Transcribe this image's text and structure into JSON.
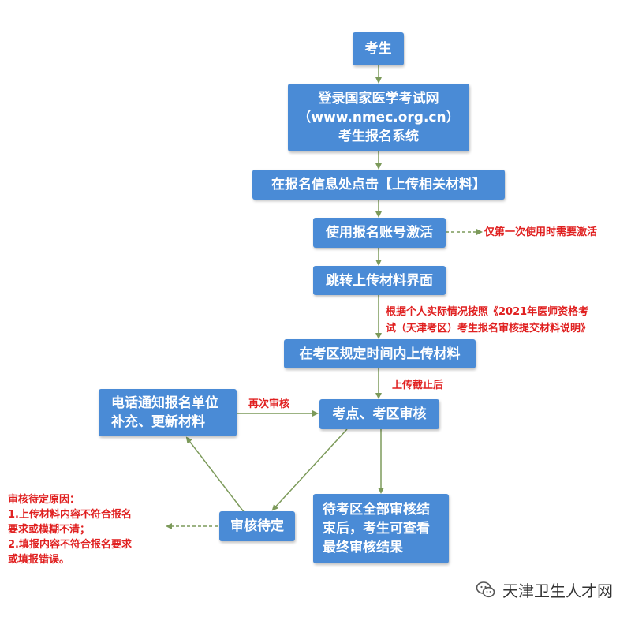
{
  "colors": {
    "box_fill": "#4a8bd6",
    "box_text": "#ffffff",
    "connector": "#7c9a5a",
    "note_text": "#e02020"
  },
  "nodes": {
    "candidate": "考生",
    "login": [
      "登录国家医学考试网",
      "（www.nmec.org.cn）",
      "考生报名系统"
    ],
    "click_upload": "在报名信息处点击【上传相关材料】",
    "activate": "使用报名账号激活",
    "jump": "跳转上传材料界面",
    "upload": "在考区规定时间内上传材料",
    "review": "考点、考区审核",
    "notify": [
      "电话通知报名单位",
      "补充、更新材料"
    ],
    "pending": "审核待定",
    "result": [
      "待考区全部审核结",
      "束后，考生可查看",
      "最终审核结果"
    ]
  },
  "notes": {
    "first_use": "仅第一次使用时需要激活",
    "according": [
      "根据个人实际情况按照《2021年医师资格考",
      "试（天津考区）考生报名审核提交材料说明》"
    ],
    "deadline": "上传截止后",
    "re_review": "再次审核",
    "pending_reason": [
      "审核待定原因：",
      "1.上传材料内容不符合报名",
      "要求或模糊不清；",
      "2.填报内容不符合报名要求",
      "或填报错误。"
    ]
  },
  "watermark": {
    "icon": "wechat-icon",
    "text": "天津卫生人才网"
  }
}
